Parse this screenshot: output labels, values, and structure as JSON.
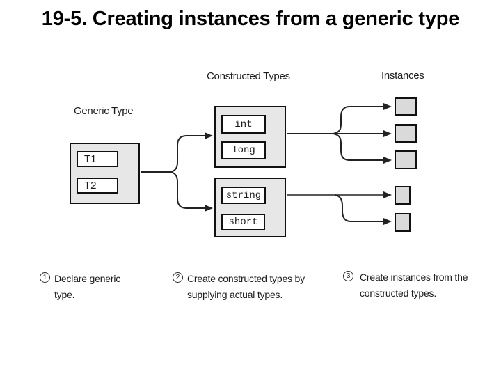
{
  "slide": {
    "title": "19-5. Creating instances from a generic type"
  },
  "diagram": {
    "column_labels": {
      "generic": "Generic Type",
      "constructed": "Constructed Types",
      "instances": "Instances"
    },
    "generic_type": {
      "params": [
        "T1",
        "T2"
      ]
    },
    "constructed_types": [
      {
        "types": [
          "int",
          "long"
        ]
      },
      {
        "types": [
          "string",
          "short"
        ]
      }
    ],
    "instances": {
      "top_group_count": 3,
      "bottom_group_count": 2
    },
    "colors": {
      "outer_box_fill": "#e7e7e7",
      "instance_box_fill": "#dadada",
      "inner_box_fill": "#ffffff",
      "border": "#111111",
      "arrow": "#222222",
      "text": "#1c1c1c"
    }
  },
  "captions": [
    {
      "number": "1",
      "text": "Declare generic type."
    },
    {
      "number": "2",
      "text": "Create constructed types by supplying actual types."
    },
    {
      "number": "3",
      "text": "Create instances from the constructed types."
    }
  ]
}
